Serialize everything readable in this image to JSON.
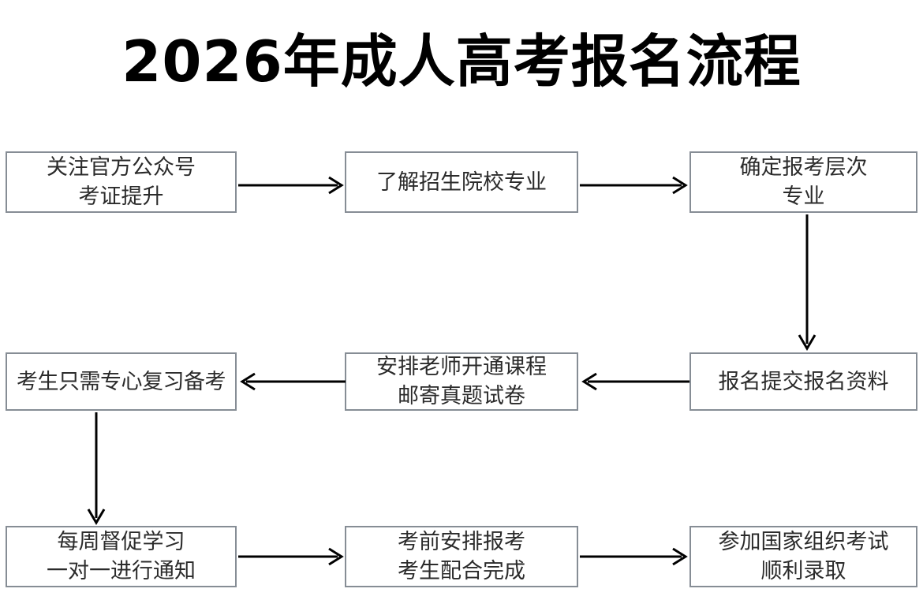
{
  "page": {
    "title": "2026年成人高考报名流程",
    "background_color": "#ffffff",
    "box_border_color": "#868d95",
    "text_color": "#2b2b2b",
    "arrow_color": "#000000"
  },
  "chart_data": {
    "type": "diagram",
    "title": "2026年成人高考报名流程",
    "diagram_kind": "flowchart",
    "flow_direction": "row1 left-to-right, row2 right-to-left, row3 left-to-right (serpentine)",
    "nodes": [
      {
        "id": "n1",
        "row": 1,
        "col": 1,
        "lines": [
          "关注官方公众号",
          "考证提升"
        ]
      },
      {
        "id": "n2",
        "row": 1,
        "col": 2,
        "lines": [
          "了解招生院校专业"
        ]
      },
      {
        "id": "n3",
        "row": 1,
        "col": 3,
        "lines": [
          "确定报考层次",
          "专业"
        ]
      },
      {
        "id": "n4",
        "row": 2,
        "col": 3,
        "lines": [
          "报名提交报名资料"
        ]
      },
      {
        "id": "n5",
        "row": 2,
        "col": 2,
        "lines": [
          "安排老师开通课程",
          "邮寄真题试卷"
        ]
      },
      {
        "id": "n6",
        "row": 2,
        "col": 1,
        "lines": [
          "考生只需专心复习备考"
        ]
      },
      {
        "id": "n7",
        "row": 3,
        "col": 1,
        "lines": [
          "每周督促学习",
          "一对一进行通知"
        ]
      },
      {
        "id": "n8",
        "row": 3,
        "col": 2,
        "lines": [
          "考前安排报考",
          "考生配合完成"
        ]
      },
      {
        "id": "n9",
        "row": 3,
        "col": 3,
        "lines": [
          "参加国家组织考试",
          "顺利录取"
        ]
      }
    ],
    "edges": [
      {
        "from": "n1",
        "to": "n2",
        "direction": "right"
      },
      {
        "from": "n2",
        "to": "n3",
        "direction": "right"
      },
      {
        "from": "n3",
        "to": "n4",
        "direction": "down"
      },
      {
        "from": "n4",
        "to": "n5",
        "direction": "left"
      },
      {
        "from": "n5",
        "to": "n6",
        "direction": "left"
      },
      {
        "from": "n6",
        "to": "n7",
        "direction": "down"
      },
      {
        "from": "n7",
        "to": "n8",
        "direction": "right"
      },
      {
        "from": "n8",
        "to": "n9",
        "direction": "right"
      }
    ]
  },
  "nodes": {
    "n1": {
      "line1": "关注官方公众号",
      "line2": "考证提升"
    },
    "n2": {
      "line1": "了解招生院校专业"
    },
    "n3": {
      "line1": "确定报考层次",
      "line2": "专业"
    },
    "n4": {
      "line1": "报名提交报名资料"
    },
    "n5": {
      "line1": "安排老师开通课程",
      "line2": "邮寄真题试卷"
    },
    "n6": {
      "line1": "考生只需专心复习备考"
    },
    "n7": {
      "line1": "每周督促学习",
      "line2": "一对一进行通知"
    },
    "n8": {
      "line1": "考前安排报考",
      "line2": "考生配合完成"
    },
    "n9": {
      "line1": "参加国家组织考试",
      "line2": "顺利录取"
    }
  }
}
